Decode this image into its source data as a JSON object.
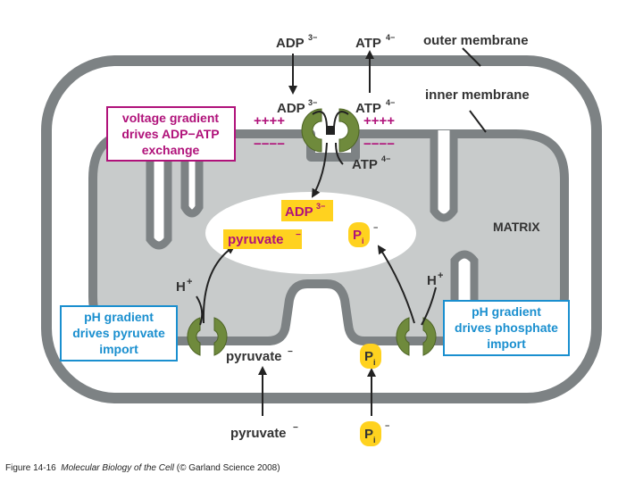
{
  "colors": {
    "membrane_outer": "#7d8284",
    "matrix": "#c8cbcb",
    "transporter": "#6f8a3c",
    "voltage_box": "#b0127a",
    "ph_box": "#1a8fcf",
    "highlight_yellow": "#ffd21f",
    "text": "#333333"
  },
  "labels": {
    "adp_out": "ADP",
    "adp_out_charge": "3−",
    "atp_out": "ATP",
    "atp_out_charge": "4−",
    "outer_membrane": "outer membrane",
    "inner_membrane": "inner membrane",
    "adp_in": "ADP",
    "adp_in_charge": "3−",
    "atp_in": "ATP",
    "atp_in_charge": "4−",
    "plus_left": "++++",
    "plus_right": "++++",
    "minus_left": "−−−−",
    "minus_right": "−−−−",
    "atp_matrix": "ATP",
    "atp_matrix_charge": "4−",
    "adp_matrix": "ADP",
    "adp_matrix_charge": "3−",
    "pyruvate_matrix": "pyruvate",
    "pyruvate_matrix_charge": "−",
    "pi_matrix": "P",
    "pi_matrix_sub": "i",
    "pi_matrix_charge": "−",
    "matrix": "MATRIX",
    "h_left": "H",
    "h_left_charge": "+",
    "h_right": "H",
    "h_right_charge": "+",
    "pyruvate_ims": "pyruvate",
    "pyruvate_ims_charge": "−",
    "pi_ims": "P",
    "pi_ims_sub": "i",
    "pyruvate_out": "pyruvate",
    "pyruvate_out_charge": "−",
    "pi_out": "P",
    "pi_out_sub": "i",
    "pi_out_charge": "−"
  },
  "boxes": {
    "voltage": [
      "voltage gradient",
      "drives ADP−ATP",
      "exchange"
    ],
    "ph_pyruvate": [
      "pH gradient",
      "drives pyruvate",
      "import"
    ],
    "ph_phosphate": [
      "pH gradient",
      "drives phosphate",
      "import"
    ]
  },
  "caption": {
    "figure": "Figure 14-16",
    "book": "Molecular Biology of the Cell",
    "source": "(© Garland Science 2008)"
  }
}
